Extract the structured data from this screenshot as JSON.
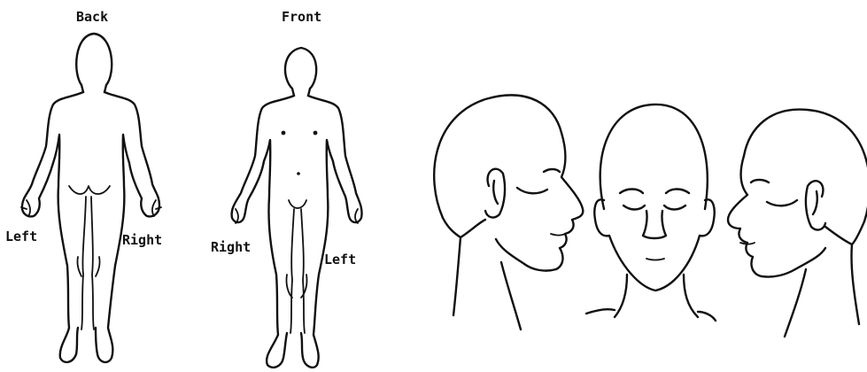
{
  "labels": {
    "back": "Back",
    "front": "Front",
    "back_left": "Left",
    "back_right": "Right",
    "front_right": "Right",
    "front_left": "Left"
  },
  "colors": {
    "ink": "#111111",
    "paper": "#ffffff"
  }
}
